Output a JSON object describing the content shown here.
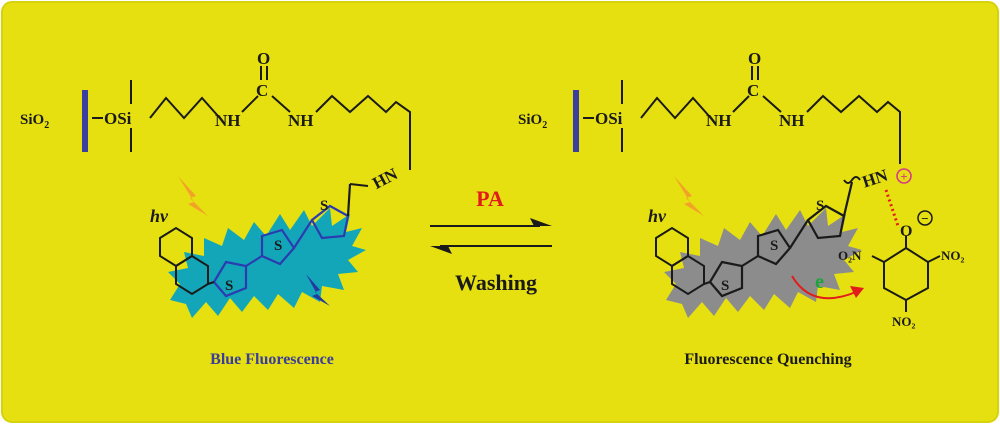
{
  "colors": {
    "background": "#e6e010",
    "frame": "#d7d20a",
    "bond": "#1a1a1a",
    "blue_bond": "#2a3cb0",
    "fluor_glow": "#13a6b8",
    "quench_glow": "#8c8c8c",
    "accent_red": "#e21b1b",
    "accent_green": "#1aa33a",
    "label_blue": "#3a3d9a",
    "lightning": "#f2a226",
    "lightning_dark": "#233a9e",
    "silica_bar": "#3a3fa0",
    "charge_circle": "#d63a8a"
  },
  "left": {
    "sio2": "SiO",
    "sio2_sub": "2",
    "osi": "OSi",
    "nh1": "NH",
    "nh2": "NH",
    "carbonyl_c": "C",
    "carbonyl_o": "O",
    "amine": "HN",
    "hv": "hv",
    "s1": "S",
    "s2": "S",
    "s3": "S",
    "caption": "Blue Fluorescence"
  },
  "right": {
    "sio2": "SiO",
    "sio2_sub": "2",
    "osi": "OSi",
    "nh1": "NH",
    "nh2": "NH",
    "carbonyl_c": "C",
    "carbonyl_o": "O",
    "amine": "HN",
    "plus": "+",
    "hv": "hv",
    "s1": "S",
    "s2": "S",
    "s3": "S",
    "oxygen": "O",
    "minus": "−",
    "no2_left": "O₂N",
    "no2_right": "NO₂",
    "no2_bottom": "NO₂",
    "electron": "e",
    "caption": "Fluorescence Quenching"
  },
  "center": {
    "forward_label": "PA",
    "reverse_label": "Washing"
  }
}
